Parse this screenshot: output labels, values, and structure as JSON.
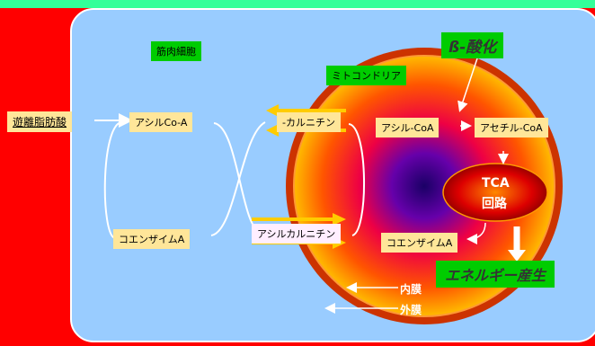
{
  "labels": {
    "muscle_cell": "筋肉細胞",
    "mitochondria": "ミトコンドリア",
    "beta_oxidation": "ß-酸化",
    "free_fatty_acid": "遊離脂肪酸",
    "acyl_coa_cyto": "アシルCo-A",
    "carnitine": "-カルニチン",
    "acyl_coa_mito": "アシル-CoA",
    "acetyl_coa": "アセチル-CoA",
    "tca": "TCA",
    "tca_cycle": "回路",
    "coenzyme_a_cyto": "コエンザイムA",
    "acylcarnitine": "アシルカルニチン",
    "coenzyme_a_mito": "コエンザイムA",
    "energy_production": "エネルギー産生",
    "inner_membrane": "内膜",
    "outer_membrane": "外膜"
  },
  "colors": {
    "background": "#ff0000",
    "top_bar": "#33ff99",
    "cell": "#99ccff",
    "label_green": "#00cc00",
    "label_beige": "#ffe699",
    "arrow_orange": "#ffcc00"
  }
}
